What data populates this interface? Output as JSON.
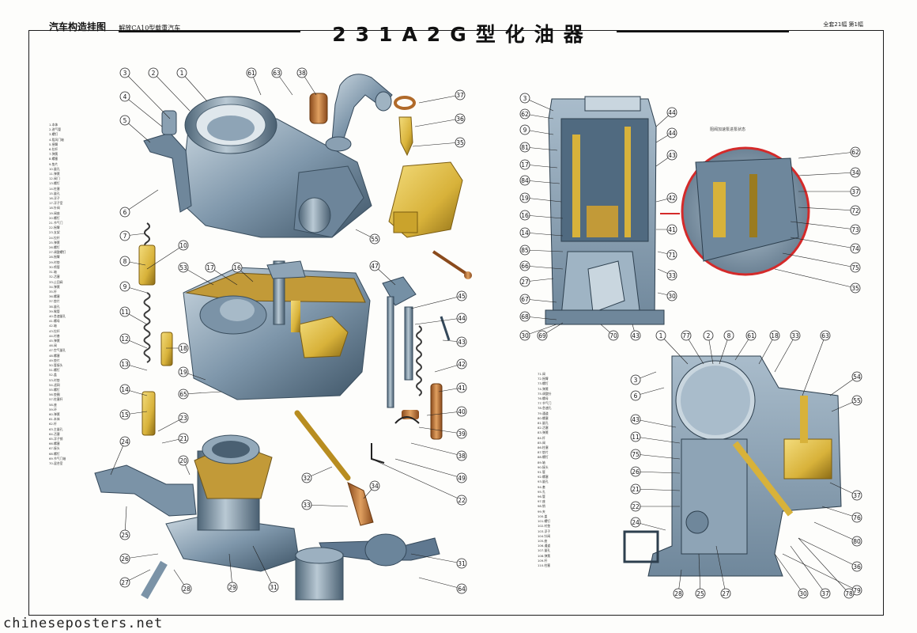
{
  "header": {
    "left_title": "汽车构造挂图",
    "left_subtitle": "解放CA10型载重汽车",
    "title": "231A2G型化油器",
    "right_text": "全套21幅 第1幅"
  },
  "inset_label": "阻阀加速泵进泵状态",
  "watermark": "chineseposters.net",
  "colors": {
    "metal": "#7f97ab",
    "metal_dark": "#4f6678",
    "brass": "#d8b23a",
    "copper": "#c47a3a",
    "inset_ring": "#d42a2a",
    "frame": "#1c1c1c"
  },
  "left_legend": [
    "1.本体",
    "2.进气管",
    "3.螺钉",
    "4.阻风门轴",
    "5.摇臂",
    "6.拉杆",
    "7.弹簧",
    "8.螺塞",
    "9.垫片",
    "10.量孔",
    "11.弹簧",
    "12.阀门",
    "13.螺钉",
    "14.柱塞",
    "15.量孔",
    "16.浮子",
    "17.浮子室",
    "18.针阀",
    "19.阀座",
    "20.螺钉",
    "21.节气门",
    "22.摇臂",
    "23.支架",
    "24.拉杆",
    "25.弹簧",
    "26.螺钉",
    "27.调整螺钉",
    "28.摇臂",
    "29.衬垫",
    "30.喷管",
    "31.轴",
    "32.活塞",
    "33.止回阀",
    "34.弹簧",
    "35.杆",
    "36.螺塞",
    "37.垫片",
    "38.量孔",
    "39.喉管",
    "40.怠速量孔",
    "41.螺母",
    "42.轴",
    "43.拉杆",
    "44.衬套",
    "45.弹簧",
    "46.阀",
    "47.空气量孔",
    "48.螺塞",
    "49.垫片",
    "50.管接头",
    "51.螺钉",
    "52.盖",
    "53.衬垫",
    "54.滤网",
    "55.螺钉",
    "56.垫圈",
    "57.柱塞杆",
    "58.座",
    "59.环",
    "60.弹簧",
    "61.本体",
    "62.杆",
    "63.主量孔",
    "64.活塞",
    "65.浮子销",
    "66.螺塞",
    "67.接头",
    "68.螺钉",
    "69.节气门轴",
    "70.混合室"
  ],
  "right_legend": [
    "71.阀",
    "72.摇臂",
    "73.螺钉",
    "74.弹簧",
    "75.调整针",
    "76.螺母",
    "77.节气门",
    "78.怠速孔",
    "79.通道",
    "80.螺塞",
    "81.量孔",
    "82.活塞",
    "83.弹簧",
    "84.杆",
    "85.阀",
    "86.柱塞",
    "87.垫片",
    "88.螺钉",
    "89.轴",
    "90.接头",
    "91.管",
    "92.螺塞",
    "93.量孔",
    "94.套",
    "95.孔",
    "96.管",
    "97.座",
    "98.销",
    "99.夹",
    "100.盖",
    "101.螺钉",
    "102.衬垫",
    "103.浮子",
    "104.针阀",
    "105.座",
    "106.通道",
    "107.量孔",
    "108.弹簧",
    "109.杆",
    "110.柱塞"
  ],
  "callouts": {
    "exploded": [
      "3",
      "2",
      "1",
      "61",
      "63",
      "38",
      "37",
      "4",
      "5",
      "36",
      "35",
      "6",
      "7",
      "8",
      "9",
      "11",
      "12",
      "13",
      "14",
      "15",
      "10",
      "53",
      "17",
      "16",
      "18",
      "19",
      "65",
      "47",
      "45",
      "44",
      "43",
      "42",
      "41",
      "40",
      "39",
      "38",
      "49",
      "22",
      "23",
      "21",
      "20",
      "24",
      "25",
      "26",
      "27",
      "28",
      "29",
      "31",
      "32",
      "33",
      "34",
      "31",
      "64",
      "55"
    ],
    "top_section": [
      "3",
      "62",
      "9",
      "81",
      "17",
      "84",
      "19",
      "16",
      "14",
      "85",
      "66",
      "27",
      "67",
      "68",
      "30",
      "69",
      "70",
      "43",
      "44",
      "44",
      "43",
      "42",
      "41",
      "71",
      "33",
      "30",
      "62",
      "34",
      "37",
      "72",
      "73",
      "74",
      "75",
      "35"
    ],
    "bottom_section": [
      "1",
      "77",
      "2",
      "8",
      "61",
      "18",
      "33",
      "63",
      "3",
      "6",
      "43",
      "11",
      "75",
      "26",
      "21",
      "22",
      "24",
      "54",
      "55",
      "37",
      "76",
      "80",
      "36",
      "79",
      "28",
      "25",
      "27",
      "30",
      "37",
      "78"
    ]
  }
}
